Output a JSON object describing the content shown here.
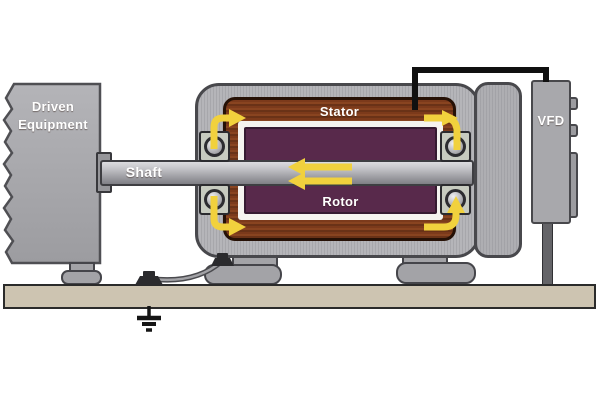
{
  "diagram": {
    "labels": {
      "driven_equipment": "Driven Equipment",
      "shaft": "Shaft",
      "stator": "Stator",
      "rotor": "Rotor",
      "vfd": "VFD"
    },
    "icons": {
      "ground": "ground-symbol",
      "arrows": "current-flow-arrows"
    },
    "colors": {
      "equipment_gray": "#a8a8ac",
      "motor_gray": "#b5b5b9",
      "stator_brown": "#7c3a1b",
      "rotor_purple": "#58294b",
      "bearing_gray": "#c7cbc0",
      "current_yellow": "#f1d13d",
      "cable_black": "#101010",
      "floor_tan": "#cdc4b1"
    }
  }
}
